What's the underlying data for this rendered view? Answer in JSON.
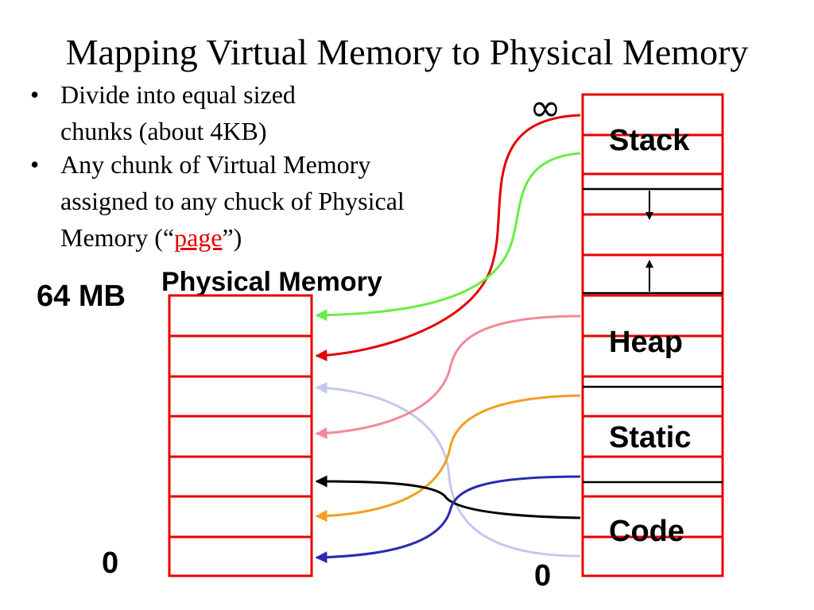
{
  "title": "Mapping Virtual Memory to Physical Memory",
  "bullets": [
    {
      "lines": [
        "Divide into equal sized",
        "chunks (about 4KB)"
      ]
    },
    {
      "line1": "Any chunk of Virtual Memory",
      "line2": "assigned to any chuck of Physical",
      "line3_prefix": "Memory (“",
      "link": "page",
      "line3_suffix": "”)"
    }
  ],
  "physical": {
    "label": "Physical Memory",
    "top_label": "64 MB",
    "bottom_label": "0"
  },
  "virtual": {
    "top_label": "∞",
    "bottom_label": "0",
    "regions": [
      "Stack",
      "Heap",
      "Static",
      "Code"
    ]
  },
  "colors": {
    "box": "#e60000",
    "red": "#e60000",
    "green": "#66ee44",
    "pink": "#f08a9a",
    "lavender": "#c4c8ee",
    "orange": "#f0a020",
    "black": "#000000",
    "blue": "#2a2ab0"
  }
}
